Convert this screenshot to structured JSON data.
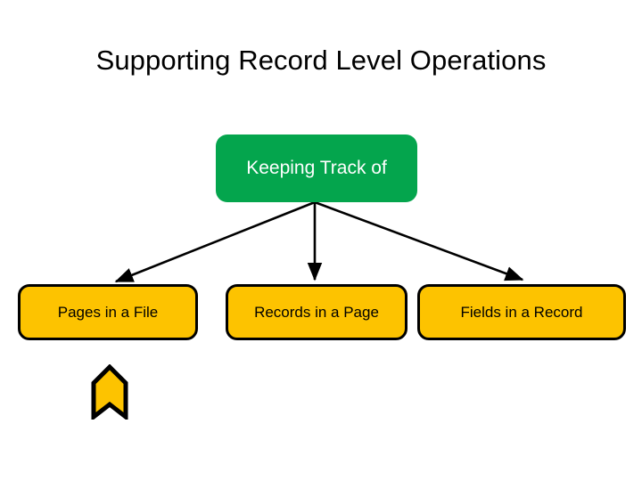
{
  "slide": {
    "title": "Supporting Record Level Operations",
    "background_color": "#FFFFFF"
  },
  "colors": {
    "green_fill": "#04A54D",
    "green_text": "#FFFFFF",
    "yellow_fill": "#FDC300",
    "outline": "#000000",
    "text": "#000000"
  },
  "diagram": {
    "root": {
      "label": "Keeping Track of",
      "shape": "rounded-rectangle",
      "fill": "#04A54D",
      "text_color": "#FFFFFF"
    },
    "children": [
      {
        "label": "Pages in a File",
        "shape": "rounded-rectangle",
        "fill": "#FDC300",
        "text_color": "#000000"
      },
      {
        "label": "Records in a Page",
        "shape": "rounded-rectangle",
        "fill": "#FDC300",
        "text_color": "#000000"
      },
      {
        "label": "Fields in a Record",
        "shape": "rounded-rectangle",
        "fill": "#FDC300",
        "text_color": "#000000"
      }
    ],
    "connectors": [
      {
        "name": "root-to-pages-in-a-file",
        "style": "straight-arrow"
      },
      {
        "name": "root-to-records-in-a-page",
        "style": "straight-arrow"
      },
      {
        "name": "root-to-fields-in-a-record",
        "style": "straight-arrow"
      }
    ],
    "annotation": {
      "name": "up-arrow-callout",
      "shape": "up-chevron-ribbon",
      "fill": "#FDC300",
      "outline": "#000000",
      "label": ""
    }
  }
}
